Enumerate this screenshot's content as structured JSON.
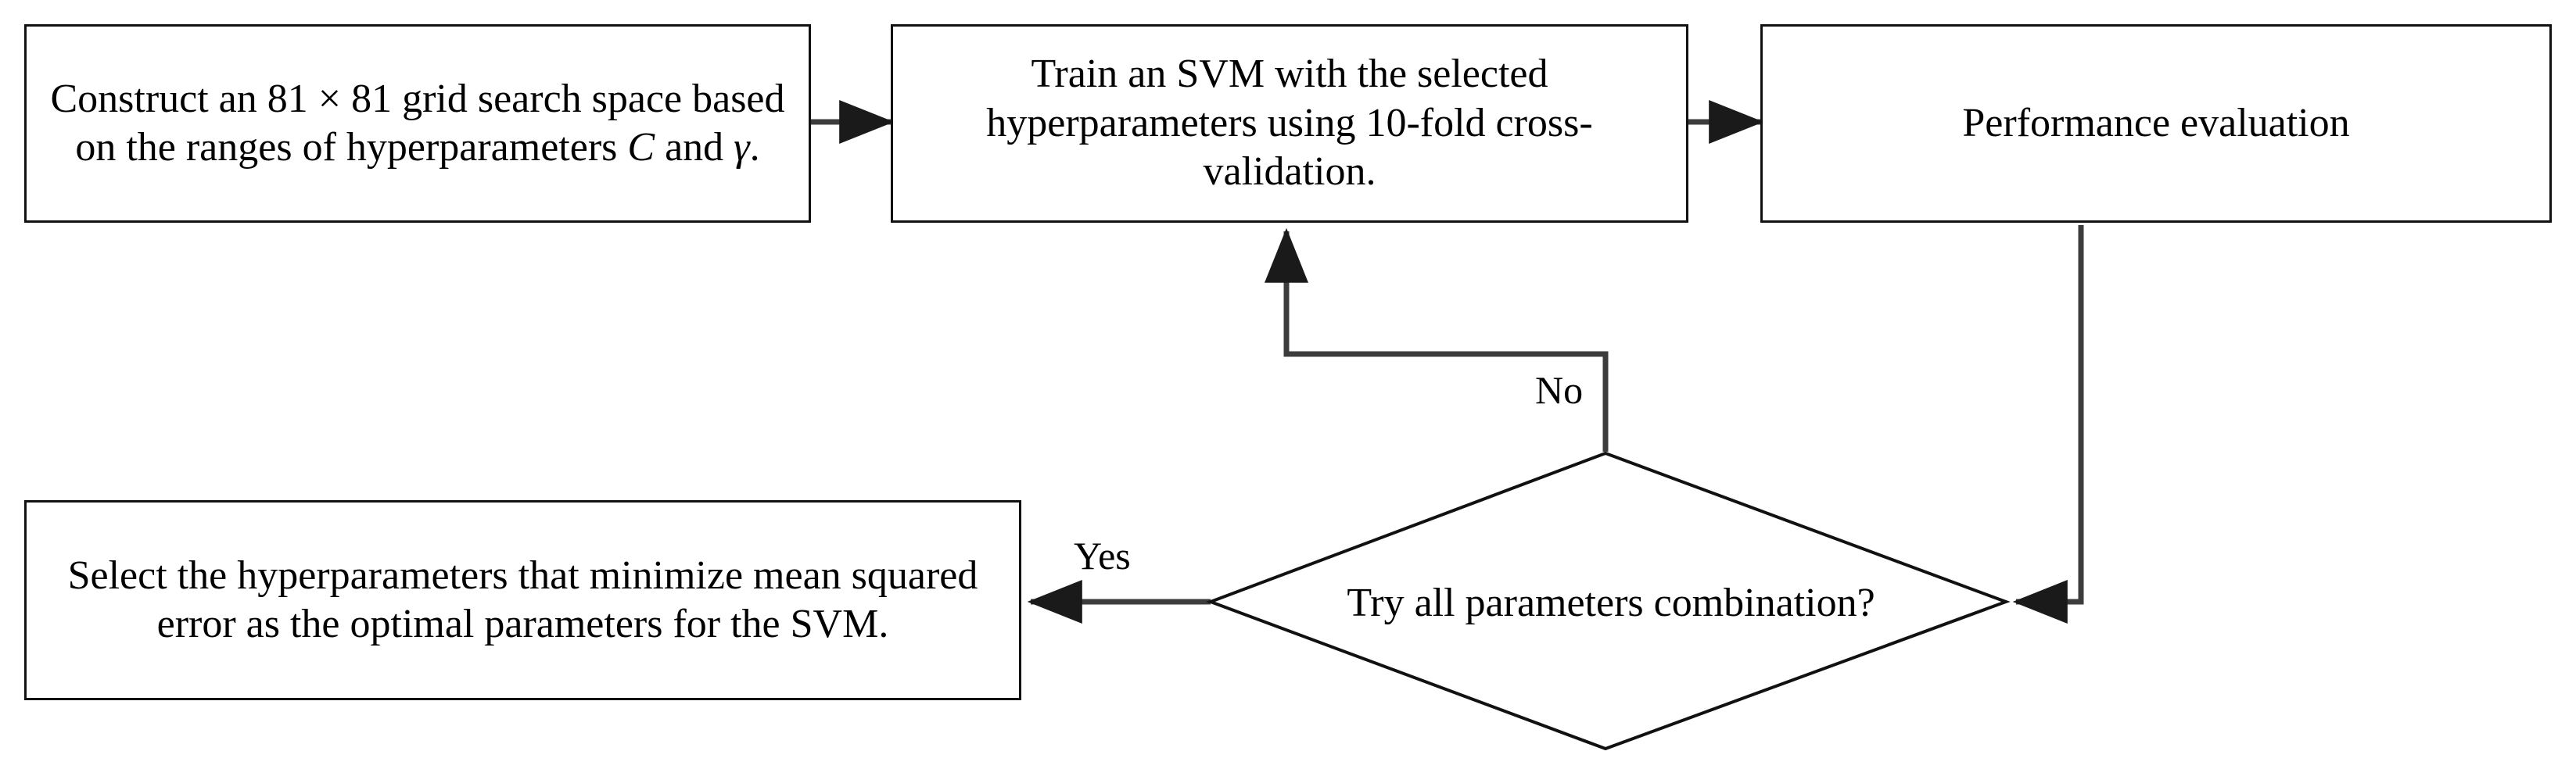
{
  "diagram": {
    "title": "SVM grid-search hyperparameter tuning flowchart",
    "colors": {
      "stroke": "#111111",
      "background": "#ffffff",
      "text": "#000000"
    },
    "nodes": {
      "construct_grid": {
        "label": "Construct an 81 × 81 grid search space based on the ranges of hyperparameters C and γ.",
        "shape": "process"
      },
      "train_svm": {
        "label": "Train an SVM with the selected hyperparameters using 10-fold cross-validation.",
        "shape": "process"
      },
      "performance_evaluation": {
        "label": "Performance evaluation",
        "shape": "process"
      },
      "select_hyperparameters": {
        "label": "Select the hyperparameters that minimize mean squared error as the optimal parameters for the SVM.",
        "shape": "process"
      },
      "decision": {
        "label": "Try all parameters combination?",
        "shape": "decision"
      }
    },
    "edge_labels": {
      "no": "No",
      "yes": "Yes"
    }
  }
}
